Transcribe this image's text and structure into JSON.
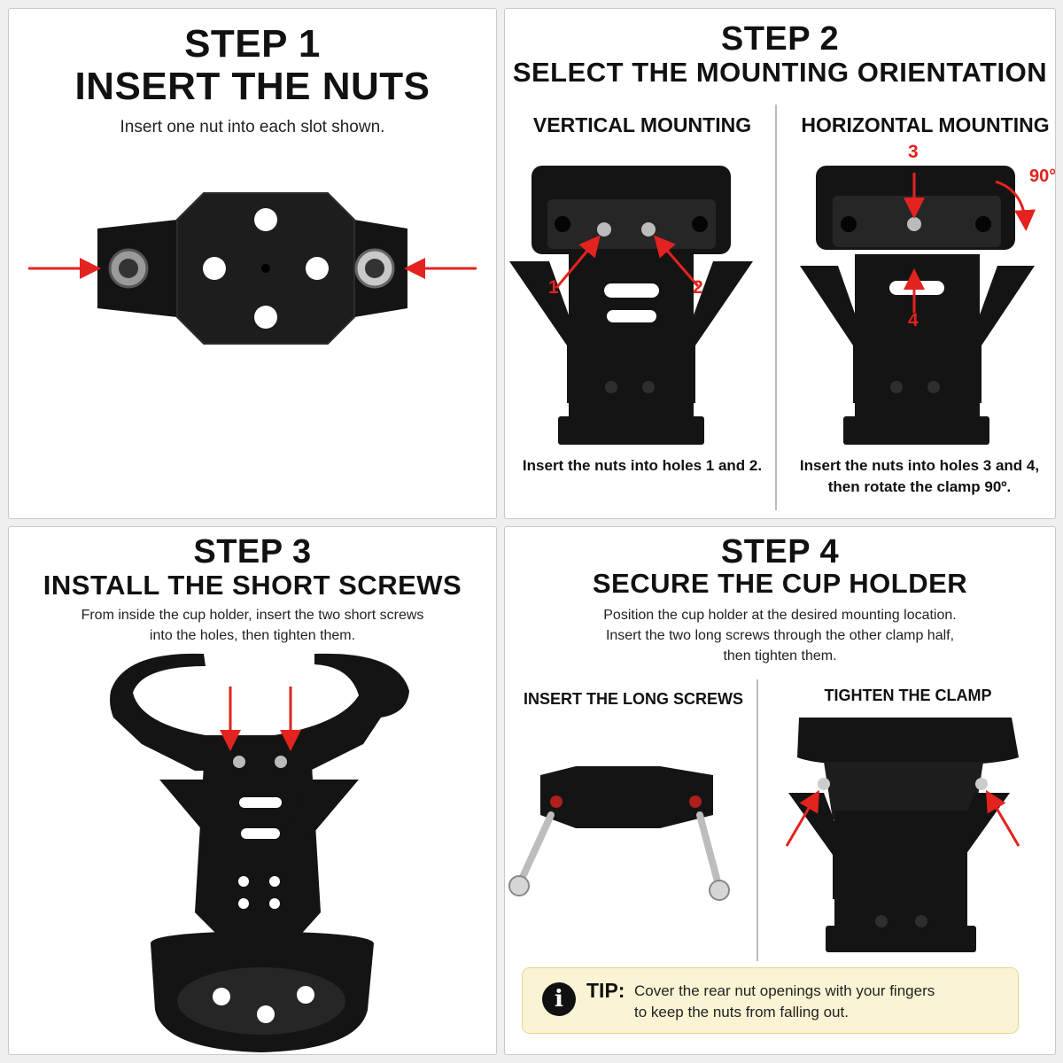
{
  "step1": {
    "title": "STEP 1",
    "subtitle": "INSERT THE NUTS",
    "description": "Insert one nut into each slot shown."
  },
  "step2": {
    "title": "STEP 2",
    "subtitle": "SELECT THE MOUNTING ORIENTATION",
    "vertical": {
      "heading": "VERTICAL MOUNTING",
      "caption": "Insert the nuts into holes 1 and 2.",
      "labels": [
        "1",
        "2"
      ]
    },
    "horizontal": {
      "heading": "HORIZONTAL MOUNTING",
      "caption_line1": "Insert the nuts into holes 3 and 4,",
      "caption_line2": "then rotate the clamp 90º.",
      "labels": [
        "3",
        "4"
      ],
      "rotation": "90°"
    }
  },
  "step3": {
    "title": "STEP 3",
    "subtitle": "INSTALL THE SHORT SCREWS",
    "description_line1": "From inside the cup holder, insert the two short screws",
    "description_line2": "into the holes, then tighten them."
  },
  "step4": {
    "title": "STEP 4",
    "subtitle": "SECURE THE CUP HOLDER",
    "description_line1": "Position the cup holder at the desired mounting location.",
    "description_line2": "Insert the two long screws through the other clamp half,",
    "description_line3": "then tighten them.",
    "left_heading": "INSERT THE LONG SCREWS",
    "right_heading": "TIGHTEN THE CLAMP",
    "tip": {
      "label": "TIP:",
      "line1": "Cover the rear nut openings with your fingers",
      "line2": "to keep the nuts from falling out."
    }
  },
  "colors": {
    "arrow": "#e3231f",
    "part": "#111111",
    "tip_background": "#faf4d4"
  }
}
